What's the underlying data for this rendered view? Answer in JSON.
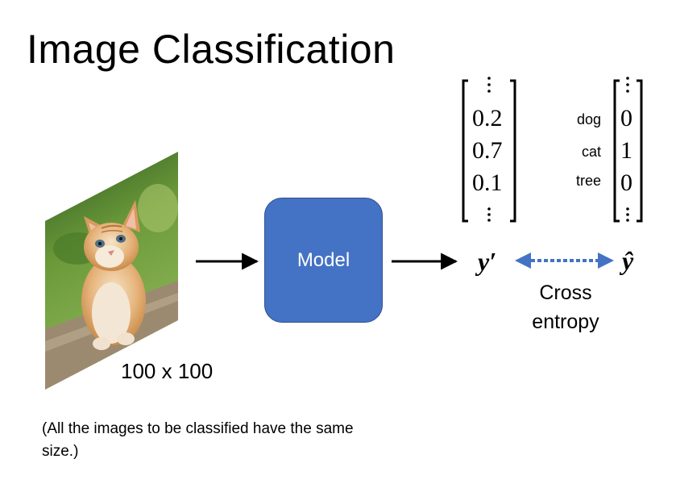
{
  "title": "Image Classification",
  "image": {
    "size_label": "100 x 100",
    "subject": "kitten photo"
  },
  "note": "(All the images to be classified have the same size.)",
  "model": {
    "label": "Model"
  },
  "prediction": {
    "symbol": "y′",
    "values": [
      "0.2",
      "0.7",
      "0.1"
    ]
  },
  "target": {
    "symbol": "ŷ",
    "classes": [
      "dog",
      "cat",
      "tree"
    ],
    "values": [
      "0",
      "1",
      "0"
    ]
  },
  "loss": {
    "line1": "Cross",
    "line2": "entropy"
  },
  "colors": {
    "model_fill": "#4472c4",
    "dashed_arrow": "#4472c4",
    "text": "#000000"
  }
}
